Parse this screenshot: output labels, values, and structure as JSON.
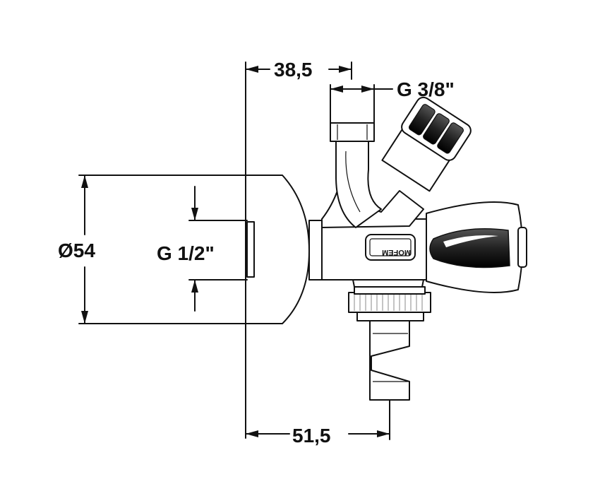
{
  "dimensions": {
    "top_offset": "38,5",
    "outlet_thread": "G 3/8\"",
    "flange_diameter": "Ø54",
    "inlet_thread": "G 1/2\"",
    "hose_offset": "51,5"
  },
  "brand": {
    "logo_text": "MOFEM"
  },
  "colors": {
    "line": "#111111",
    "background": "#ffffff"
  }
}
